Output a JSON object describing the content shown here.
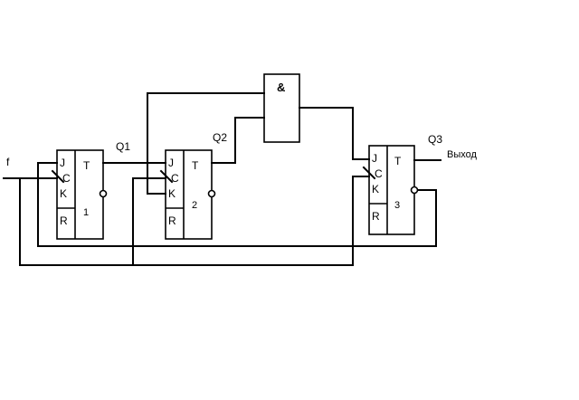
{
  "signals": {
    "input": "f",
    "q1": "Q1",
    "q2": "Q2",
    "q3": "Q3",
    "output": "Выход"
  },
  "gate": {
    "label": "&"
  },
  "flipflops": [
    {
      "j": "J",
      "c": "C",
      "k": "K",
      "r": "R",
      "t": "T",
      "number": "1"
    },
    {
      "j": "J",
      "c": "C",
      "k": "K",
      "r": "R",
      "t": "T",
      "number": "2"
    },
    {
      "j": "J",
      "c": "C",
      "k": "K",
      "r": "R",
      "t": "T",
      "number": "3"
    }
  ]
}
